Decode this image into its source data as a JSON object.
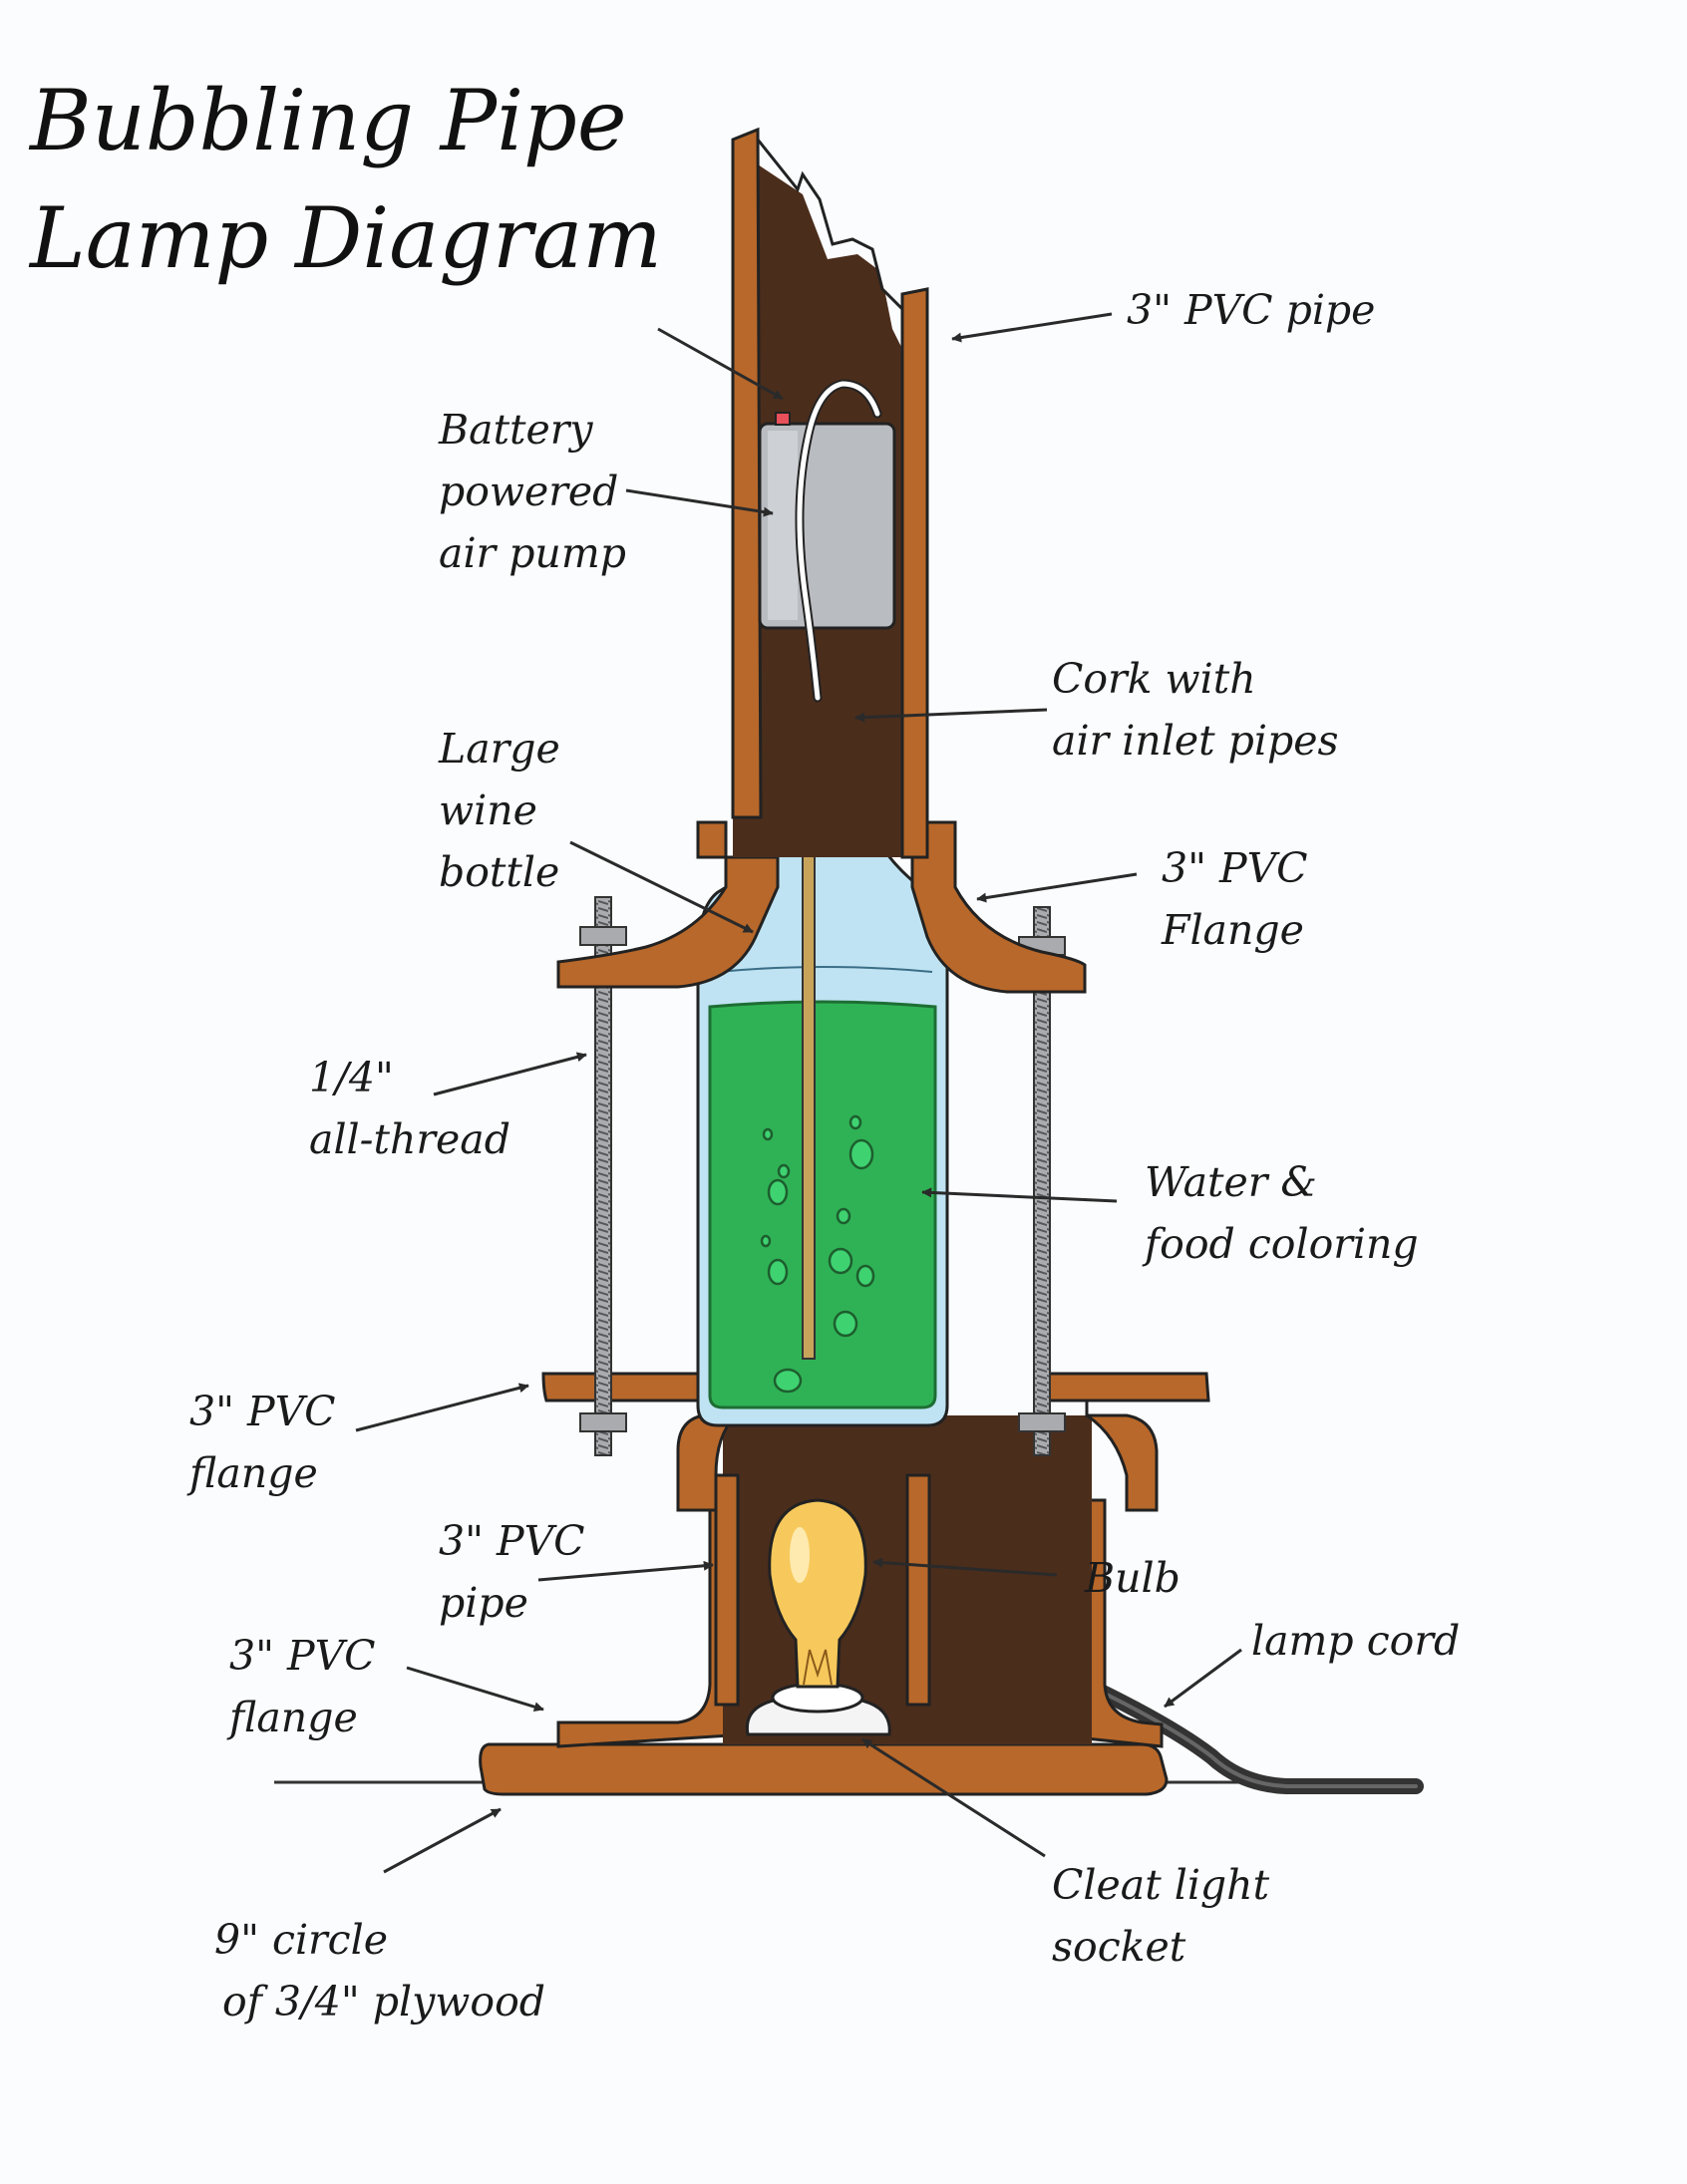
{
  "title": {
    "line1": "Bubbling Pipe",
    "line2": "Lamp Diagram"
  },
  "labels": {
    "pvc_pipe_top": "3\" PVC pipe",
    "air_pump": {
      "line1": "Battery",
      "line2": "powered",
      "line3": "air pump"
    },
    "cork": {
      "line1": "Cork with",
      "line2": "air inlet pipes"
    },
    "wine_bottle": {
      "line1": "Large",
      "line2": "wine",
      "line3": "bottle"
    },
    "pvc_flange_upper": {
      "line1": "3\" PVC",
      "line2": "Flange"
    },
    "all_thread": {
      "line1": "1/4\"",
      "line2": "all-thread"
    },
    "water": {
      "line1": "Water &",
      "line2": "food coloring"
    },
    "pvc_flange_middle": {
      "line1": "3\" PVC",
      "line2": "flange"
    },
    "pvc_pipe_bottom": {
      "line1": "3\" PVC",
      "line2": "pipe"
    },
    "bulb": "Bulb",
    "lamp_cord": "lamp cord",
    "pvc_flange_bottom": {
      "line1": "3\" PVC",
      "line2": "flange"
    },
    "plywood": {
      "line1": "9\" circle",
      "line2": "of 3/4\" plywood"
    },
    "cleat_socket": {
      "line1": "Cleat light",
      "line2": "socket"
    }
  },
  "colors": {
    "pvc": "#b8682a",
    "pvc_dark": "#5a3418",
    "pipe_interior": "#4b2d1c",
    "glass": "#bfe3f2",
    "liquid": "#2fb255",
    "bulb": "#f7c95c",
    "pump": "#b9bcc1",
    "cork": "#c8b06a",
    "arrow": "#2a2a2a"
  }
}
